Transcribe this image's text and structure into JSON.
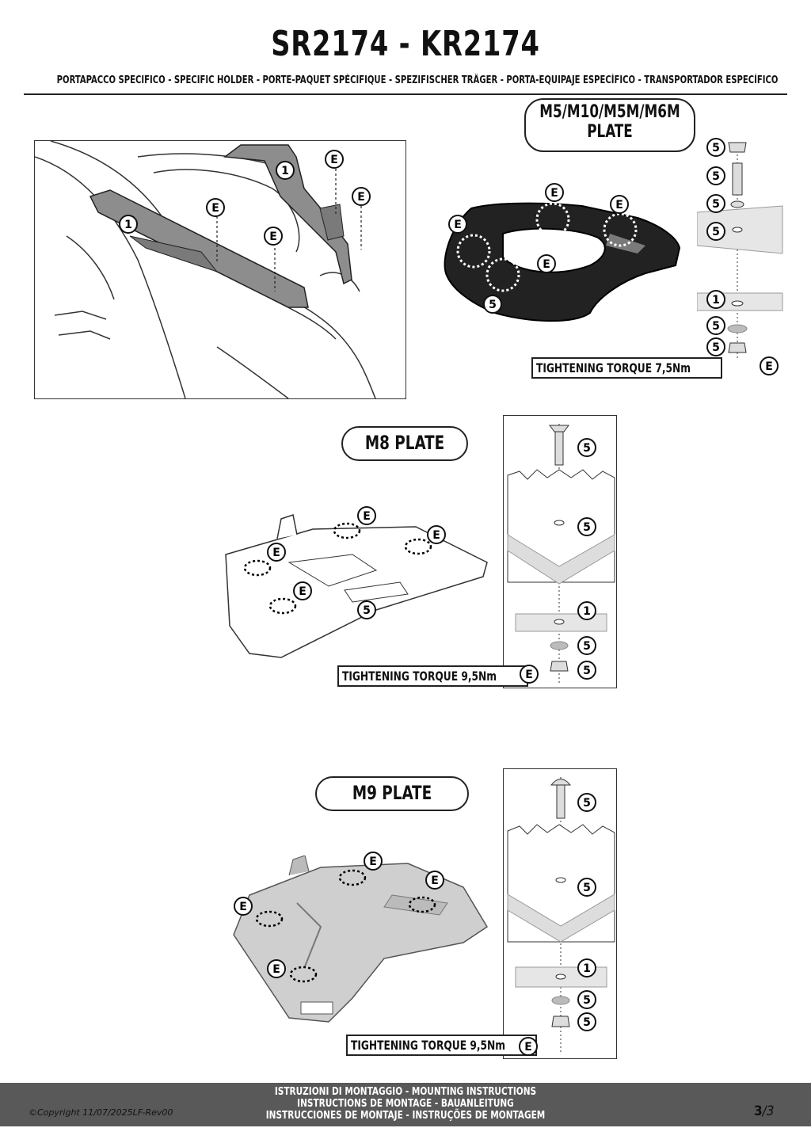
{
  "header": {
    "title": "SR2174 - KR2174",
    "subtitle": "PORTAPACCO SPECIFICO - SPECIFIC HOLDER - PORTE-PAQUET SPÉCIFIQUE - SPEZIFISCHER TRÄGER - PORTA-EQUIPAJE ESPECÍFICO - TRANSPORTADOR ESPECÍFICO"
  },
  "sections": {
    "m5": {
      "plate_line1": "M5/M10/M5M/M6M",
      "plate_line2": "PLATE",
      "torque": "TIGHTENING TORQUE 7,5Nm"
    },
    "m8": {
      "plate": "M8 PLATE",
      "torque": "TIGHTENING TORQUE 9,5Nm"
    },
    "m9": {
      "plate": "M9 PLATE",
      "torque": "TIGHTENING TORQUE 9,5Nm"
    }
  },
  "callouts": {
    "part": "1",
    "screw": "5",
    "grease": "E"
  },
  "footer": {
    "line1": "ISTRUZIONI DI MONTAGGIO  -  MOUNTING INSTRUCTIONS",
    "line2": "INSTRUCTIONS DE MONTAGE - BAUANLEITUNG",
    "line3": "INSTRUCCIONES DE MONTAJE - INSTRUÇÕES DE MONTAGEM",
    "copyright": "©Copyright 11/07/2025LF-Rev00",
    "page_current": "3",
    "page_total": "/3"
  }
}
